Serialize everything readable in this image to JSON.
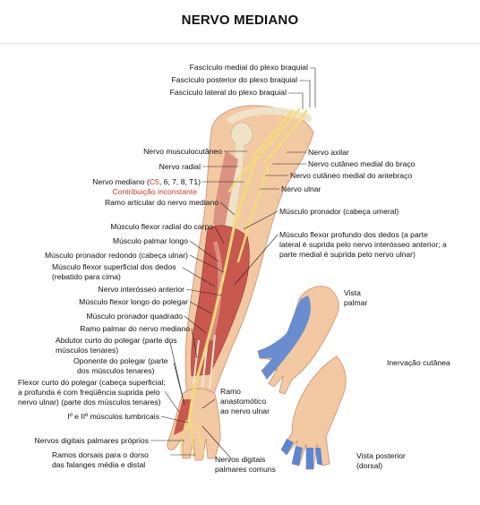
{
  "title": "NERVO MEDIANO",
  "labels": {
    "fasciculo_medial": "Fascículo medial do plexo braquial",
    "fasciculo_posterior": "Fascículo posterior do plexo braquial",
    "fasciculo_lateral": "Fascículo lateral do plexo braquial",
    "musculocutaneo": "Nervo musculocutâneo",
    "axilar": "Nervo axilar",
    "radial": "Nervo radial",
    "cutaneo_medial_braco": "Nervo cutâneo medial do braço",
    "cutaneo_medial_antebraco": "Nervo cutâneo medial do antebraço",
    "mediano_prefix": "Nervo mediano (",
    "mediano_roots": "C5",
    "mediano_suffix": ", 6, 7, 8, T1)",
    "contribuicao": "Contribuição inconstante",
    "ulnar": "Nervo ulnar",
    "articular": "Ramo articular do nervo mediano",
    "pronador_umeral": "Músculo pronador (cabeça umeral)",
    "flexor_radial": "Músculo flexor radial do carpo",
    "palmar_longo": "Músculo palmar longo",
    "flexor_profundo_1": "Músculo flexor profundo dos dedos (a parte",
    "flexor_profundo_2": "lateral é suprida pelo nervo interósseo anterior; a",
    "flexor_profundo_3": "parte medial é suprida pelo nervo ulnar)",
    "pronador_redondo": "Músculo pronador redondo (cabeça ulnar)",
    "flexor_superficial_1": "Músculo flexor superficial dos dedos",
    "flexor_superficial_2": "(rebatido para cima)",
    "interosseo": "Nervo interósseo anterior",
    "flexor_longo_polegar": "Músculo flexor longo do polegar",
    "pronador_quadrado": "Músculo pronador quadrado",
    "ramo_palmar": "Ramo palmar do nervo mediano",
    "abdutor_1": "Abdutor curto do polegar (parte dos",
    "abdutor_2": "músculos tenares)",
    "oponente_1": "Oponente do polegar (parte",
    "oponente_2": "dos músculos tenares)",
    "flexor_curto_1": "Flexor curto do polegar (cabeça superficial;",
    "flexor_curto_2": "a profunda é com freqüência suprida pelo",
    "flexor_curto_3": "nervo ulnar) (parte dos músculos tenares)",
    "lumbricais": "Iº e IIº músculos lumbricais",
    "digitais_proprios": "Nervos digitais palmares próprios",
    "ramos_dorsais_1": "Ramos dorsais para o dorso",
    "ramos_dorsais_2": "das falanges média e distal",
    "anastomotico_1": "Ramo",
    "anastomotico_2": "anastomótico",
    "anastomotico_3": "ao nervo ulnar",
    "digitais_comuns_1": "Nervos digitais",
    "digitais_comuns_2": "palmares comuns",
    "vista_palmar_1": "Vista",
    "vista_palmar_2": "palmar",
    "inervacao": "Inervação cutânea",
    "vista_posterior_1": "Vista posterior",
    "vista_posterior_2": "(dorsal)"
  },
  "colors": {
    "nerve": "#f2dc7a",
    "muscle": "#c9584f",
    "skin": "#f3c9a4",
    "bone": "#efe2c8",
    "innervation": "#5b86d4",
    "root_highlight": "#c0392b"
  }
}
